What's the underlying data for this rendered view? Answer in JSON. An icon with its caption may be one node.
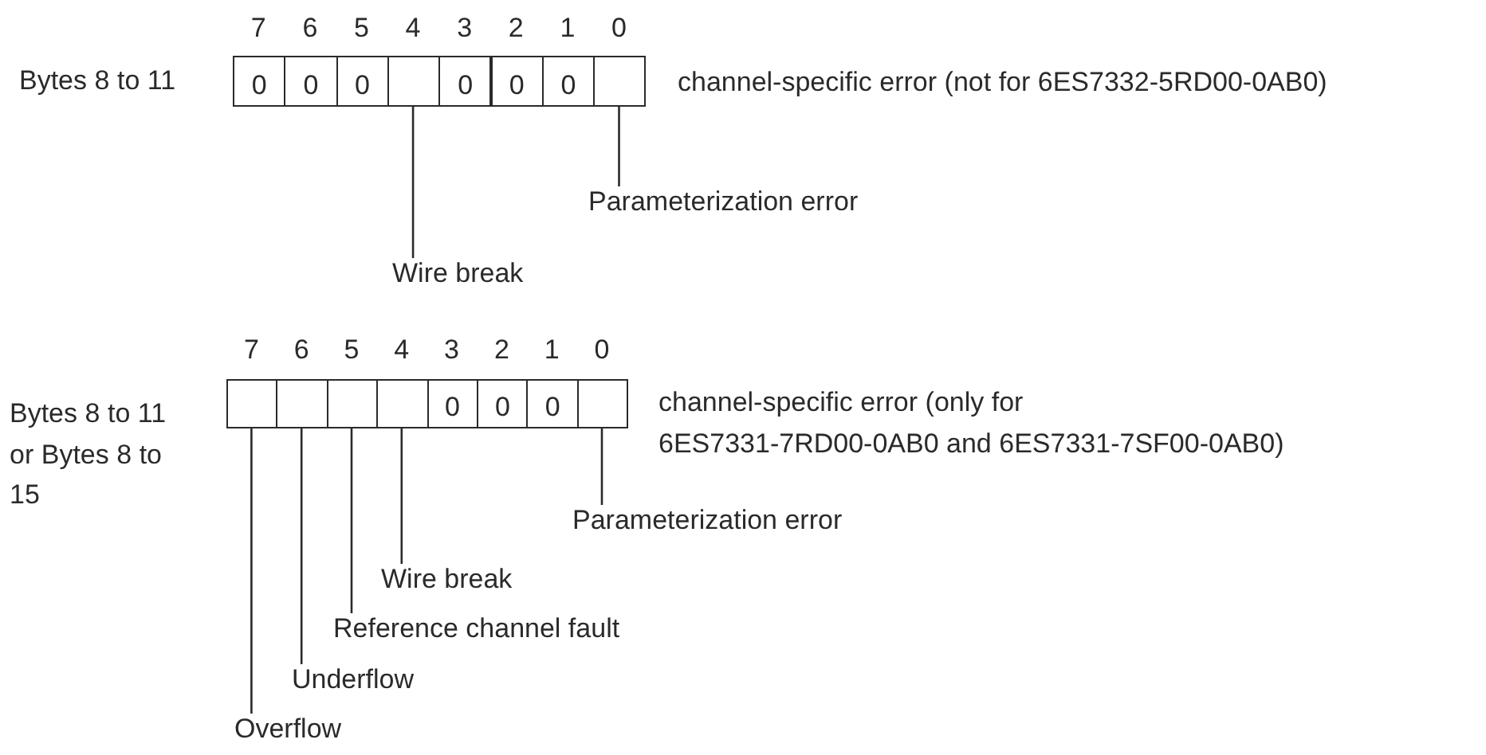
{
  "diagram": {
    "nodes": [
      {
        "text": [
          "0"
        ]
      },
      {
        "text": [
          "0"
        ]
      },
      {
        "text": [
          "0"
        ]
      },
      {
        "text": [],
        "shape": "box"
      },
      {
        "text": [
          "0"
        ]
      },
      {
        "text": [
          "0"
        ]
      },
      {
        "text": [
          "0"
        ]
      },
      {
        "text": [],
        "shape": "box"
      },
      {
        "text": [
          "Parameterization error"
        ]
      },
      {
        "text": [
          "Wire break"
        ]
      },
      {
        "text": [],
        "shape": "box"
      },
      {
        "text": [],
        "shape": "box"
      },
      {
        "text": [],
        "shape": "box"
      },
      {
        "text": [],
        "shape": "box"
      },
      {
        "text": [
          "0"
        ]
      },
      {
        "text": [
          "0"
        ]
      },
      {
        "text": [
          "0"
        ]
      },
      {
        "text": [],
        "shape": "box"
      },
      {
        "text": [
          "Parameterization error"
        ]
      },
      {
        "text": [
          "Wire break"
        ]
      },
      {
        "text": [
          "Reference channel fault"
        ]
      },
      {
        "text": [
          "Underflow"
        ]
      },
      {
        "text": [
          "Overflow"
        ]
      }
    ],
    "edges": [
      {
        "from": 8,
        "to": 7,
        "arrow": "none"
      },
      {
        "from": 9,
        "to": 3,
        "arrow": "none"
      },
      {
        "from": 18,
        "to": 17,
        "arrow": "none"
      },
      {
        "from": 19,
        "to": 13,
        "arrow": "none"
      },
      {
        "from": 20,
        "to": 12,
        "arrow": "none"
      },
      {
        "from": 21,
        "to": 11,
        "arrow": "none"
      },
      {
        "from": 22,
        "to": 10,
        "arrow": "none"
      }
    ],
    "labels": [
      "7",
      "6",
      "5",
      "4",
      "3",
      "2",
      "1",
      "0",
      "Bytes 8 to 11",
      "channel-specific error (not for 6ES7332-5RD00-0AB0)",
      "7",
      "6",
      "5",
      "4",
      "3",
      "2",
      "1",
      "0",
      "Bytes 8 to 11 or Bytes 8 to 15",
      "channel-specific error (only for 6ES7331-7RD00-0AB0 and 6ES7331-7SF00-0AB0)"
    ]
  }
}
